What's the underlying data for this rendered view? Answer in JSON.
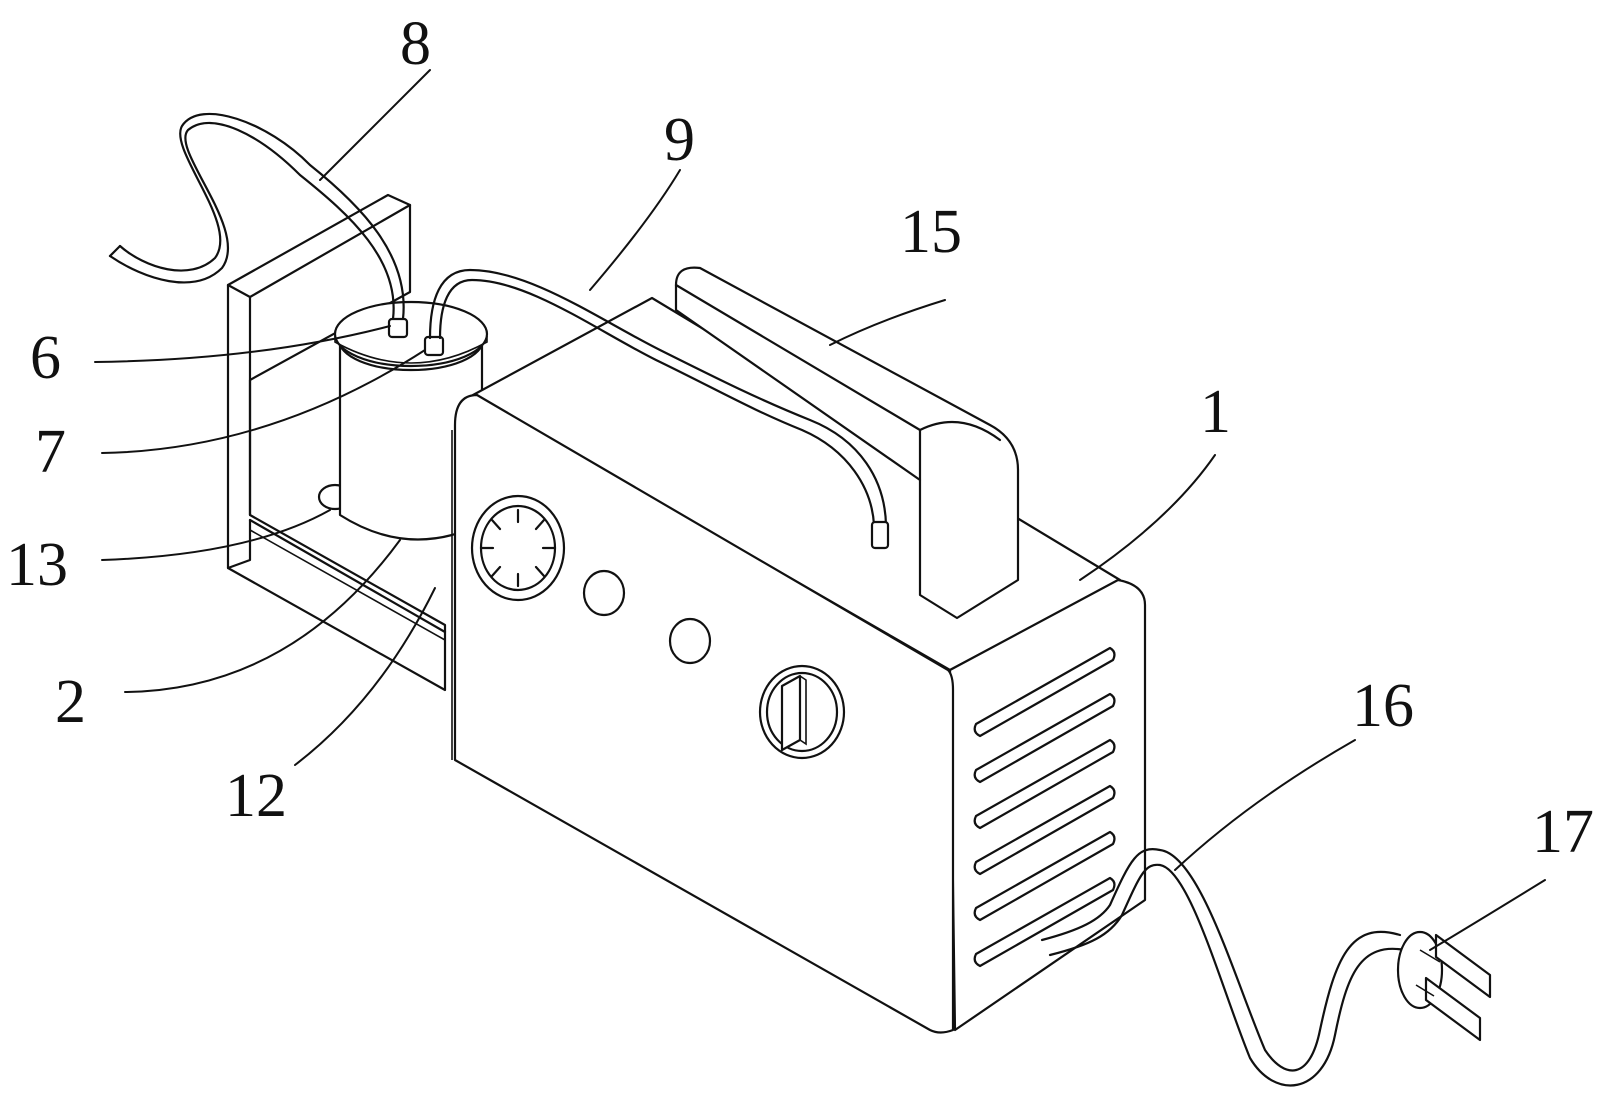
{
  "labels": {
    "l1": "1",
    "l2": "2",
    "l6": "6",
    "l7": "7",
    "l8": "8",
    "l9": "9",
    "l12": "12",
    "l13": "13",
    "l15": "15",
    "l16": "16",
    "l17": "17"
  }
}
